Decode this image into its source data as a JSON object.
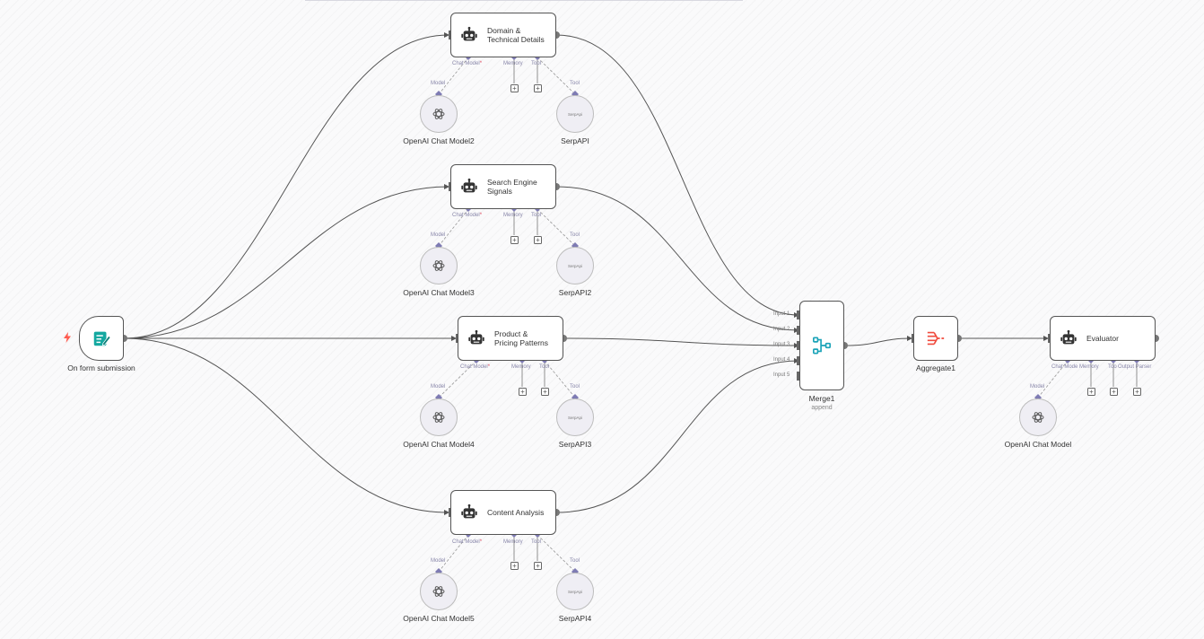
{
  "trigger": {
    "label": "On form submission"
  },
  "agents": [
    {
      "title": "Domain &\nTechnical Details",
      "model_label": "OpenAI Chat Model2",
      "tool_label": "SerpAPI"
    },
    {
      "title": "Search Engine\nSignals",
      "model_label": "OpenAI Chat Model3",
      "tool_label": "SerpAPI2"
    },
    {
      "title": "Product &\nPricing Patterns",
      "model_label": "OpenAI Chat Model4",
      "tool_label": "SerpAPI3"
    },
    {
      "title": "Content Analysis",
      "model_label": "OpenAI Chat Model5",
      "tool_label": "SerpAPI4"
    }
  ],
  "ports": {
    "chat_model": "Chat Model",
    "required_mark": "*",
    "memory": "Memory",
    "tool": "Tool",
    "model": "Model",
    "output_parser": "Output Parser"
  },
  "serp_badge": "SerpApi",
  "merge": {
    "label": "Merge1",
    "mode": "append",
    "inputs": [
      "Input 1",
      "Input 2",
      "Input 3",
      "Input 4",
      "Input 5"
    ]
  },
  "aggregate": {
    "label": "Aggregate1"
  },
  "evaluator": {
    "title": "Evaluator",
    "model_label": "OpenAI Chat Model",
    "chat_model_port": "Chat Mode",
    "tool_port": "Too"
  },
  "colors": {
    "agent_port": "#7e7bb3",
    "form_icon": "#14a8a0",
    "merge_icon": "#1aa3b8",
    "aggregate_icon": "#f04a3c",
    "trigger_bolt": "#ff5a4e"
  }
}
